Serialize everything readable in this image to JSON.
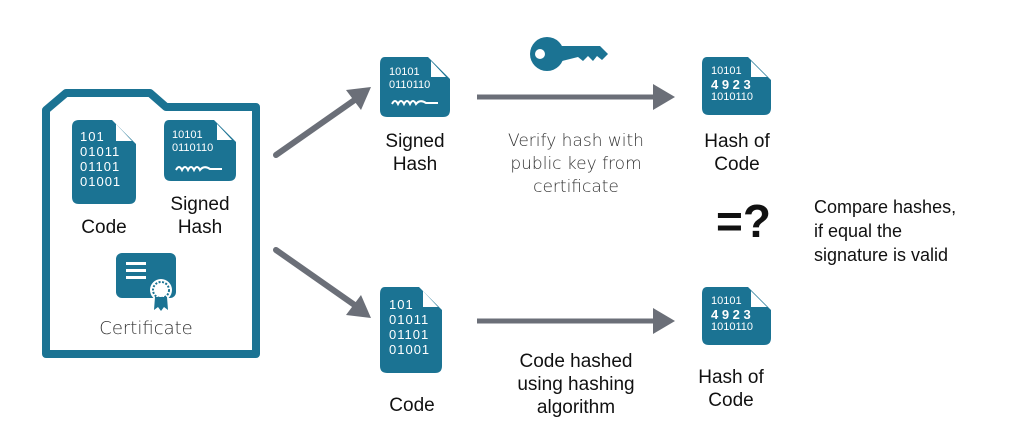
{
  "colors": {
    "accent": "#1b7393",
    "arrow": "#6b6f78",
    "text": "#111111"
  },
  "package": {
    "code_label": "Code",
    "code_lines": [
      "101",
      "01011",
      "01101",
      "01001"
    ],
    "signed_hash_label_line1": "Signed",
    "signed_hash_label_line2": "Hash",
    "signed_hash_lines": [
      "10101",
      "0110110"
    ],
    "certificate_label": "Certificate"
  },
  "top_path": {
    "signed_hash_label_line1": "Signed",
    "signed_hash_label_line2": "Hash",
    "signed_hash_lines": [
      "10101",
      "0110110"
    ],
    "key_icon": "key-icon",
    "step_line1": "Verify hash with",
    "step_line2": "public key from",
    "step_line3": "certificate",
    "result_label_line1": "Hash of",
    "result_label_line2": "Code",
    "result_lines": [
      "10101",
      "4 9 2 3",
      "1010110"
    ]
  },
  "bottom_path": {
    "code_label": "Code",
    "code_lines": [
      "101",
      "01011",
      "01101",
      "01001"
    ],
    "step_line1": "Code hashed",
    "step_line2": "using hashing",
    "step_line3": "algorithm",
    "result_label_line1": "Hash of",
    "result_label_line2": "Code",
    "result_lines": [
      "10101",
      "4 9 2 3",
      "1010110"
    ]
  },
  "compare": {
    "symbol": "=?",
    "line1": "Compare hashes,",
    "line2": "if equal the",
    "line3": "signature is valid"
  }
}
